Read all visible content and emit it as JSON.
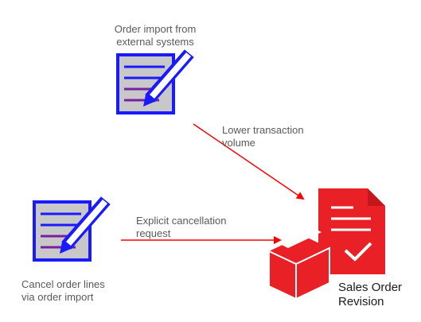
{
  "nodes": {
    "order_import": {
      "label": "Order import from\nexternal systems"
    },
    "cancel_order_lines": {
      "label": "Cancel order lines\nvia order import"
    },
    "sales_order_revision": {
      "label": "Sales Order\nRevision"
    }
  },
  "edges": {
    "lower_volume": {
      "label": "Lower transaction\nvolume"
    },
    "explicit_cancellation": {
      "label": "Explicit cancellation\nrequest"
    }
  },
  "colors": {
    "arrow": "#ff0000",
    "doc_fill": "#c8c8c8",
    "doc_border": "#1a1aff",
    "doc_lines": "#7a1fa2",
    "accent_red": "#ea2027"
  }
}
